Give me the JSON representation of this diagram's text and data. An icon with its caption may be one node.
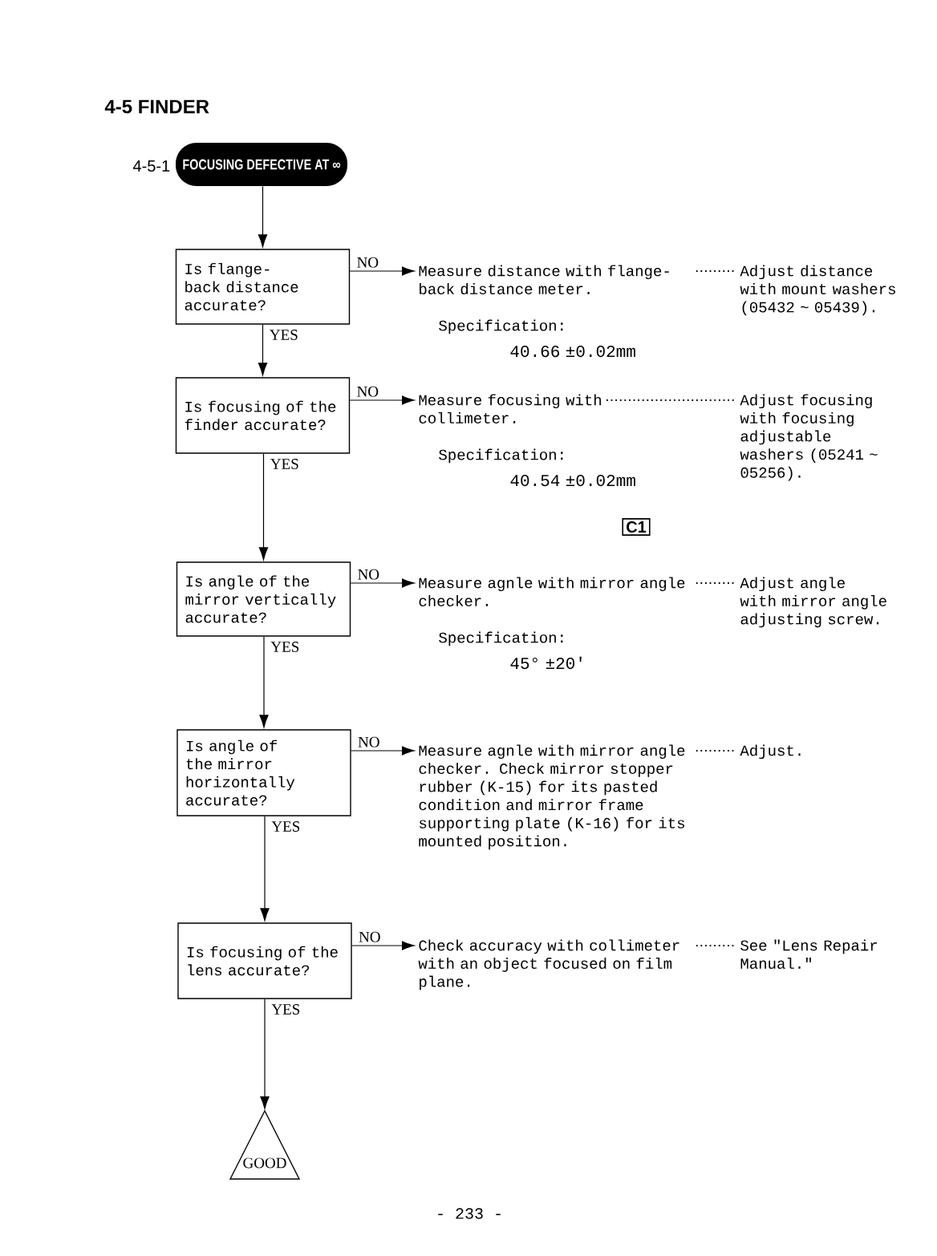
{
  "diagram": {
    "title": "4-5 FINDER",
    "nodes": [
      {
        "text": [
          "FOCUSING DEFECTIVE AT ∞"
        ],
        "beside": [
          "4-5-1"
        ]
      },
      {
        "text": [
          "Is flange-back distance accurate?"
        ]
      },
      {
        "text": [
          "Measure distance with flange-back distance meter.",
          "Specification:",
          "40.66 ±0.02mm"
        ]
      },
      {
        "text": [
          "Adjust distance with mount washers (05432 ~ 05439)."
        ]
      },
      {
        "text": [
          "Is focusing of the finder accurate?"
        ]
      },
      {
        "text": [
          "Measure focusing with collimeter.",
          "Specification:",
          "40.54 ±0.02mm"
        ]
      },
      {
        "text": [
          "Adjust focusing with focusing adjustable washers (05241 ~ 05256)."
        ]
      },
      {
        "text": [
          "Is angle of the mirror vertically accurate?"
        ]
      },
      {
        "text": [
          "Measure agnle with mirror angle checker.",
          "Specification:",
          "45° ±20'"
        ]
      },
      {
        "text": [
          "Adjust angle with mirror angle adjusting screw."
        ]
      },
      {
        "text": [
          "Is angle of the mirror horizontally accurate?"
        ]
      },
      {
        "text": [
          "Measure agnle with mirror angle checker.  Check mirror stopper rubber (K-15) for its pasted condition and mirror frame supporting plate (K-16) for its mounted position."
        ]
      },
      {
        "text": [
          "Adjust."
        ]
      },
      {
        "text": [
          "Is focusing of the lens accurate?"
        ]
      },
      {
        "text": [
          "Check accuracy with collimeter with an object focused on film plane."
        ]
      },
      {
        "text": [
          "See \"Lens Repair Manual.\""
        ]
      },
      {
        "text": [
          "GOOD"
        ]
      }
    ],
    "edges": [
      {
        "from": 0,
        "to": 1,
        "arrow": "to"
      },
      {
        "from": 1,
        "to": 2,
        "arrow": "to",
        "label": "NO"
      },
      {
        "from": 2,
        "to": 3,
        "arrow": "none",
        "style": "dashed"
      },
      {
        "from": 1,
        "to": 4,
        "arrow": "to",
        "label": "YES"
      },
      {
        "from": 4,
        "to": 5,
        "arrow": "to",
        "label": "NO"
      },
      {
        "from": 5,
        "to": 6,
        "arrow": "none",
        "style": "dashed"
      },
      {
        "from": 4,
        "to": 7,
        "arrow": "to",
        "label": "YES"
      },
      {
        "from": 7,
        "to": 8,
        "arrow": "to",
        "label": "NO"
      },
      {
        "from": 8,
        "to": 9,
        "arrow": "none",
        "style": "dashed"
      },
      {
        "from": 7,
        "to": 10,
        "arrow": "to",
        "label": "YES"
      },
      {
        "from": 10,
        "to": 11,
        "arrow": "to",
        "label": "NO"
      },
      {
        "from": 11,
        "to": 12,
        "arrow": "none",
        "style": "dashed"
      },
      {
        "from": 10,
        "to": 13,
        "arrow": "to",
        "label": "YES"
      },
      {
        "from": 13,
        "to": 14,
        "arrow": "to",
        "label": "NO"
      },
      {
        "from": 14,
        "to": 15,
        "arrow": "none",
        "style": "dashed"
      },
      {
        "from": 13,
        "to": 16,
        "arrow": "to",
        "label": "YES"
      }
    ],
    "labels": [
      "C1",
      "- 233 -"
    ]
  }
}
